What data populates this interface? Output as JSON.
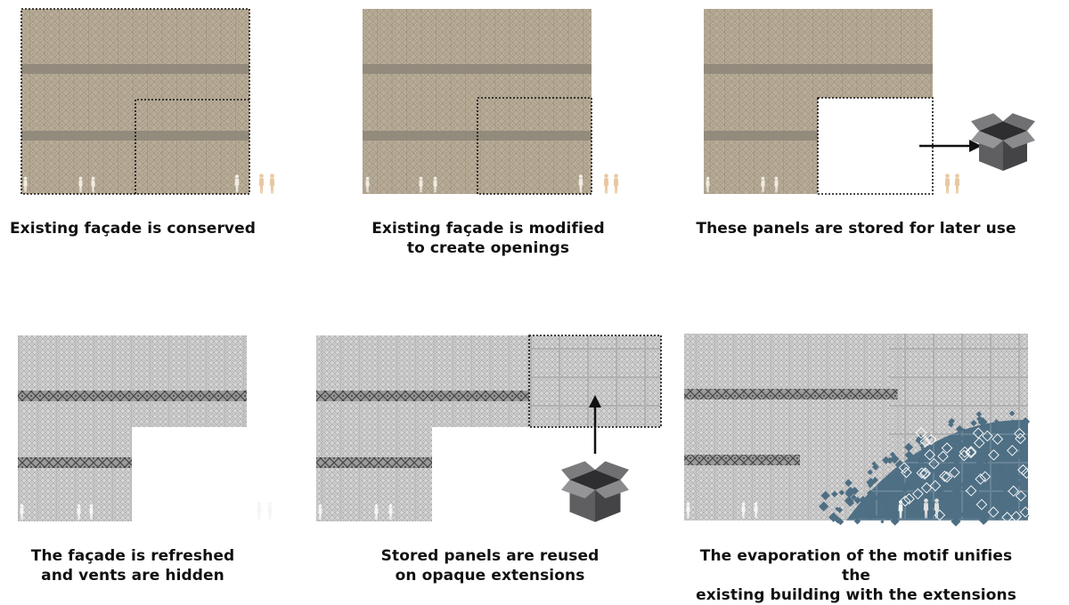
{
  "colors": {
    "beige_facade": "#b7ab98",
    "beige_band": "#8f877a",
    "grey_facade": "#cfcfcf",
    "grey_band": "#8c8c8c",
    "blue_motif": "#4e6e83",
    "box_grey": "#5b5b5d",
    "arrow": "#111111"
  },
  "panels": [
    {
      "caption": "Existing façade is conserved"
    },
    {
      "caption": "Existing façade is modified\nto create openings"
    },
    {
      "caption": "These panels are stored for later use"
    },
    {
      "caption": "The façade is refreshed\nand vents are hidden"
    },
    {
      "caption": "Stored panels are reused\non opaque extensions"
    },
    {
      "caption": "The evaporation of the motif unifies the\nexisting building with the extensions"
    }
  ],
  "icons": [
    "storage-box-icon",
    "arrow-right-icon",
    "arrow-up-icon",
    "person-figure-icon"
  ]
}
